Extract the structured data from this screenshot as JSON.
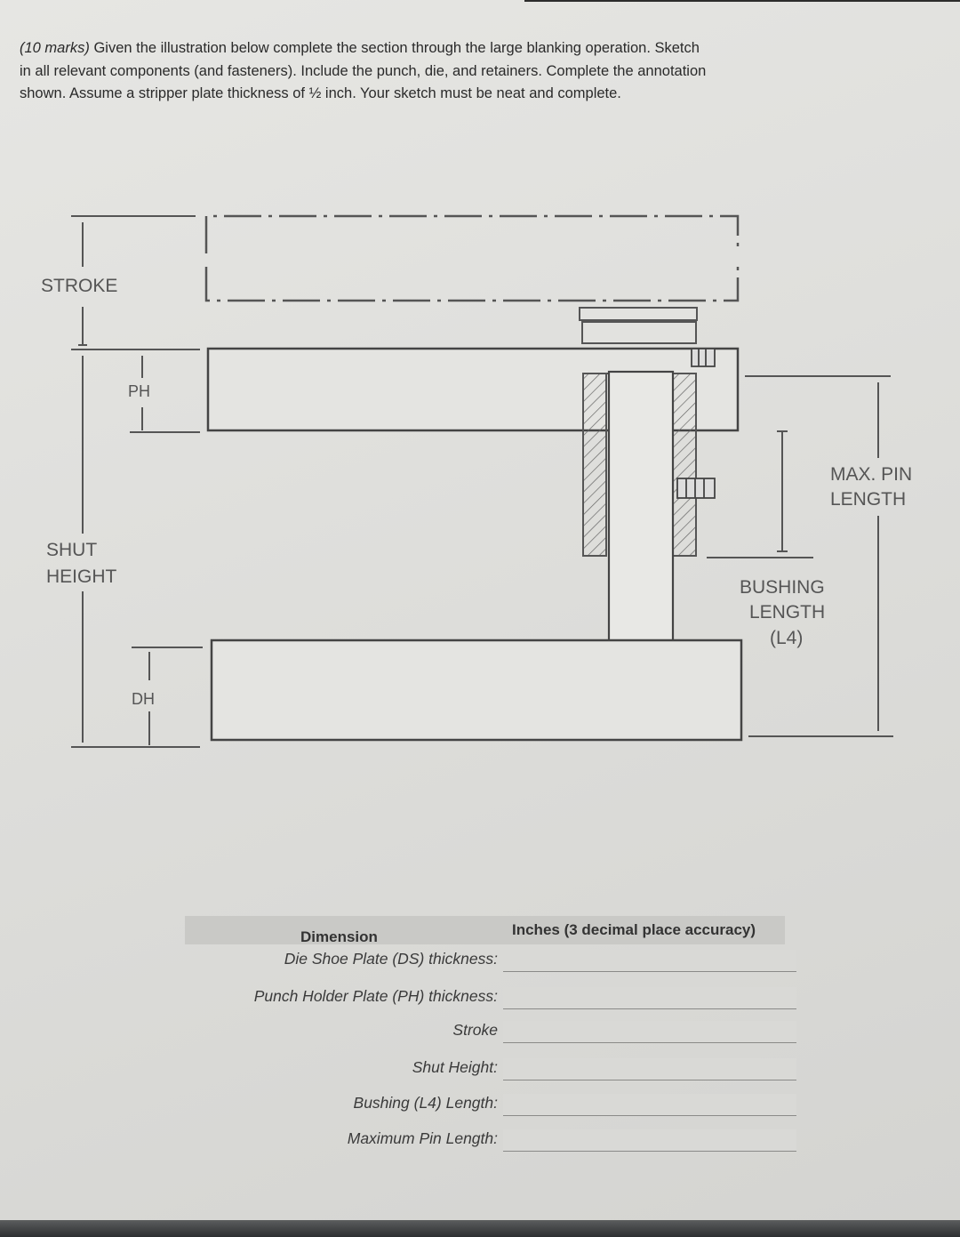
{
  "question": {
    "marks": "(10 marks)",
    "line1": "Given the illustration below complete the section through the large blanking operation. Sketch",
    "line2": "in all relevant components (and fasteners). Include the punch, die, and retainers. Complete the annotation",
    "line3": "shown. Assume a stripper plate thickness of ½ inch. Your sketch must be neat and complete."
  },
  "diagram": {
    "stroke": "STROKE",
    "ph": "PH",
    "shut_height_1": "SHUT",
    "shut_height_2": "HEIGHT",
    "dh": "DH",
    "max_pin_1": "MAX. PIN",
    "max_pin_2": "LENGTH",
    "bushing_1": "BUSHING",
    "bushing_2": "LENGTH",
    "bushing_3": "(L4)"
  },
  "table": {
    "header_dimension": "Dimension",
    "header_inches": "Inches (3 decimal place accuracy)",
    "rows": [
      "Die Shoe Plate (DS) thickness:",
      "Punch Holder Plate (PH) thickness:",
      "Stroke",
      "Shut Height:",
      "Bushing (L4) Length:",
      "Maximum Pin Length:"
    ]
  }
}
